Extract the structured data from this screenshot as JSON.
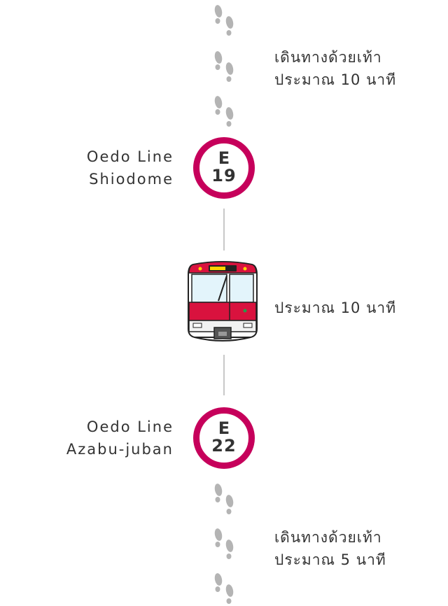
{
  "segments": {
    "walk_top": {
      "line1": "เดินทางด้วยเท้า",
      "line2": "ประมาณ 10 นาที"
    },
    "station_start": {
      "line_name": "Oedo Line",
      "station_name": "Shiodome",
      "code_letter": "E",
      "code_number": "19"
    },
    "train_ride": {
      "duration": "ประมาณ 10 นาที"
    },
    "station_end": {
      "line_name": "Oedo Line",
      "station_name": "Azabu-juban",
      "code_letter": "E",
      "code_number": "22"
    },
    "walk_bottom": {
      "line1": "เดินทางด้วยเท้า",
      "line2": "ประมาณ 5 นาที"
    }
  },
  "colors": {
    "line_accent": "#c6005b",
    "train_body": "#d9123e",
    "footstep": "#b4b4b4",
    "connector": "#c8c8c8",
    "text": "#333333"
  },
  "icons": {
    "footsteps": "footsteps-icon",
    "train": "train-icon"
  }
}
